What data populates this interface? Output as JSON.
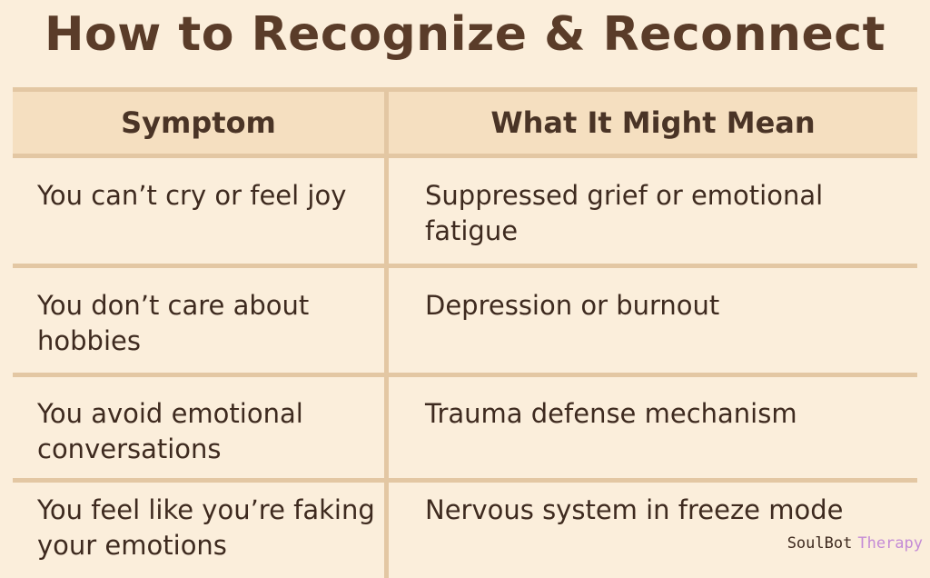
{
  "title": "How to Recognize & Reconnect",
  "table": {
    "headers": [
      "Symptom",
      "What It Might Mean"
    ],
    "rows": [
      {
        "symptom": "You can’t cry or feel joy",
        "meaning": "Suppressed grief or emotional fatigue"
      },
      {
        "symptom": "You don’t care about hobbies",
        "meaning": "Depression or burnout"
      },
      {
        "symptom": "You avoid emotional conversations",
        "meaning": "Trauma defense mechanism"
      },
      {
        "symptom": "You feel like you’re faking your emotions",
        "meaning": "Nervous system in freeze mode"
      }
    ]
  },
  "watermark": {
    "brand": "SoulBot",
    "sub": "Therapy"
  },
  "colors": {
    "background": "#fbeedb",
    "header_fill": "#f5dfc0",
    "grid": "#e3c7a3",
    "title_text": "#5a3c29",
    "body_text": "#3e2a1f",
    "watermark_accent": "#c48bd6"
  }
}
